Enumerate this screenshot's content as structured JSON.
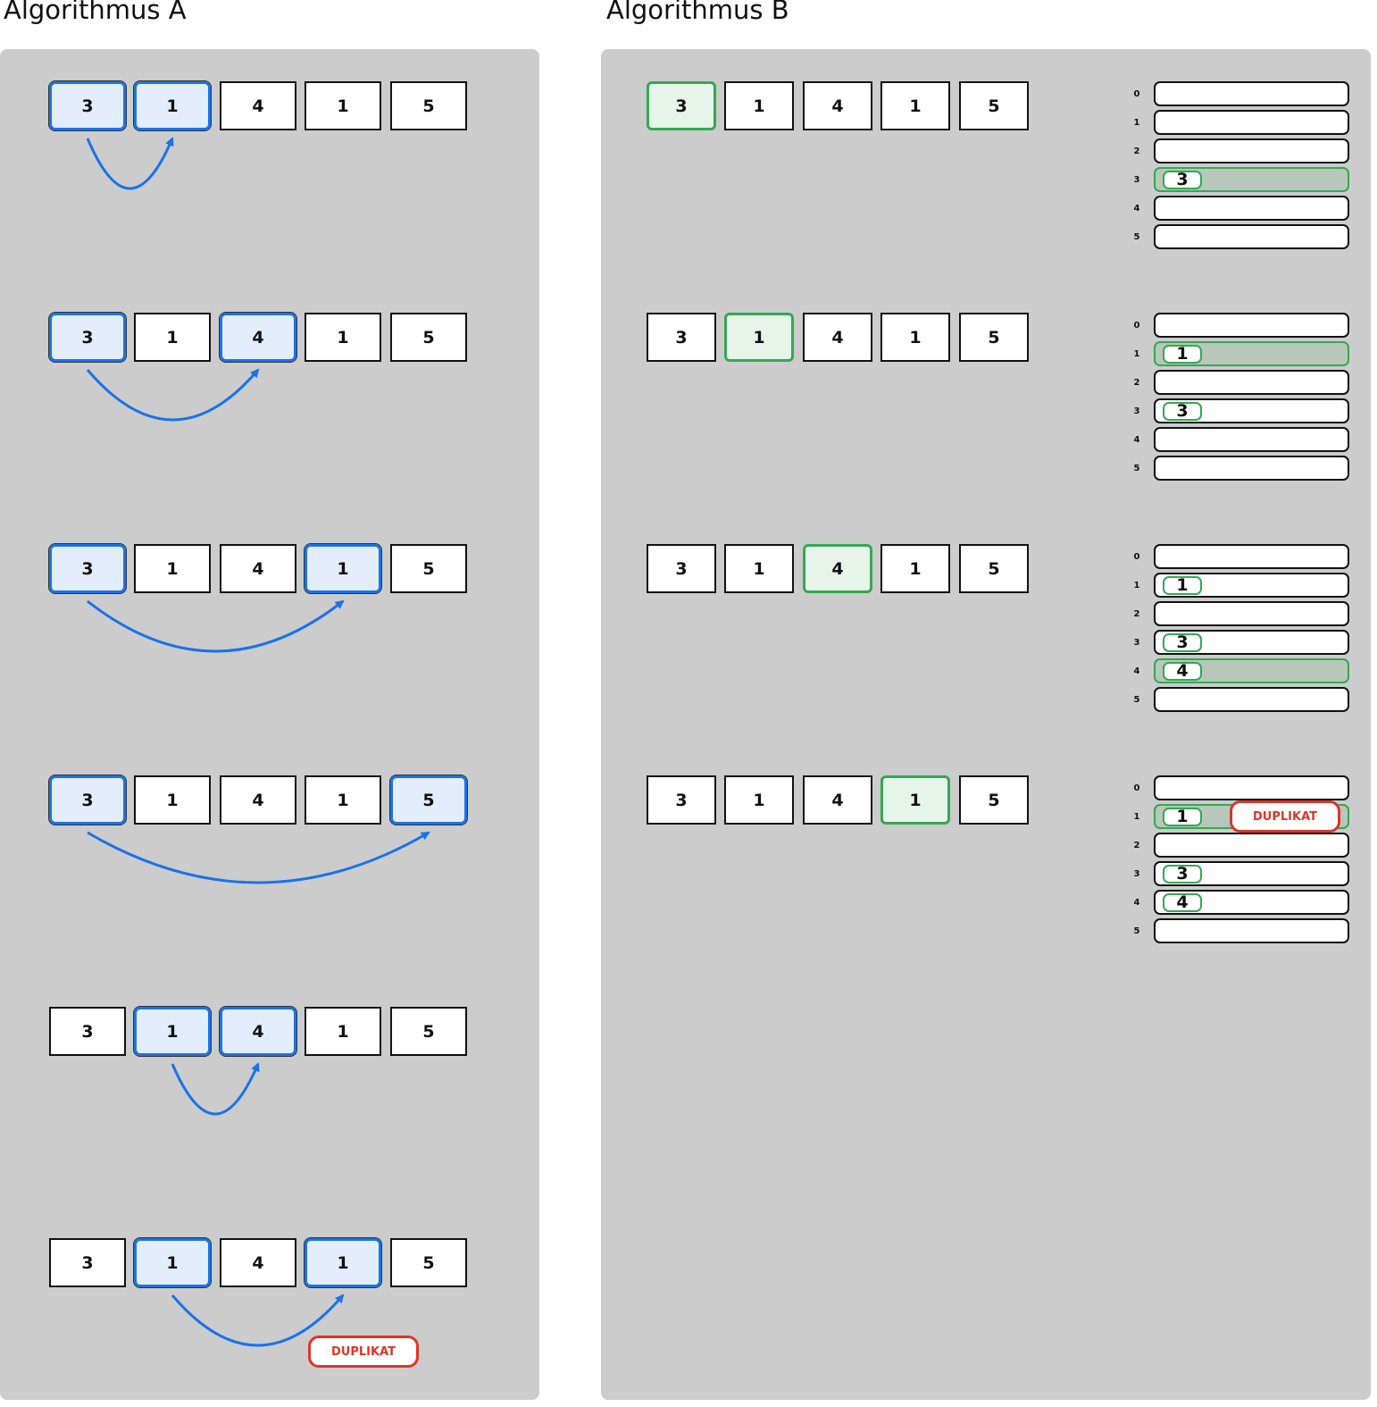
{
  "algorithm_a": {
    "title": "Algorithmus A",
    "array": [
      "3",
      "1",
      "4",
      "1",
      "5"
    ],
    "steps": [
      {
        "from": 0,
        "to": 1,
        "duplicate": false
      },
      {
        "from": 0,
        "to": 2,
        "duplicate": false
      },
      {
        "from": 0,
        "to": 3,
        "duplicate": false
      },
      {
        "from": 0,
        "to": 4,
        "duplicate": false
      },
      {
        "from": 1,
        "to": 2,
        "duplicate": false
      },
      {
        "from": 1,
        "to": 3,
        "duplicate": true
      }
    ],
    "duplicate_label": "DUPLIKAT"
  },
  "algorithm_b": {
    "title": "Algorithmus B",
    "array": [
      "3",
      "1",
      "4",
      "1",
      "5"
    ],
    "slot_labels": [
      "0",
      "1",
      "2",
      "3",
      "4",
      "5"
    ],
    "steps": [
      {
        "current": 0,
        "active_slot": 3,
        "entries": {
          "3": "3"
        },
        "duplicate": false
      },
      {
        "current": 1,
        "active_slot": 1,
        "entries": {
          "1": "1",
          "3": "3"
        },
        "duplicate": false
      },
      {
        "current": 2,
        "active_slot": 4,
        "entries": {
          "1": "1",
          "3": "3",
          "4": "4"
        },
        "duplicate": false
      },
      {
        "current": 3,
        "active_slot": 1,
        "entries": {
          "1": "1",
          "3": "3",
          "4": "4"
        },
        "duplicate": true
      }
    ],
    "duplicate_label": "DUPLIKAT"
  },
  "colors": {
    "blue": "#1a73e8",
    "green": "#34a853",
    "red": "#e0342a",
    "panel": "#cccccc"
  }
}
